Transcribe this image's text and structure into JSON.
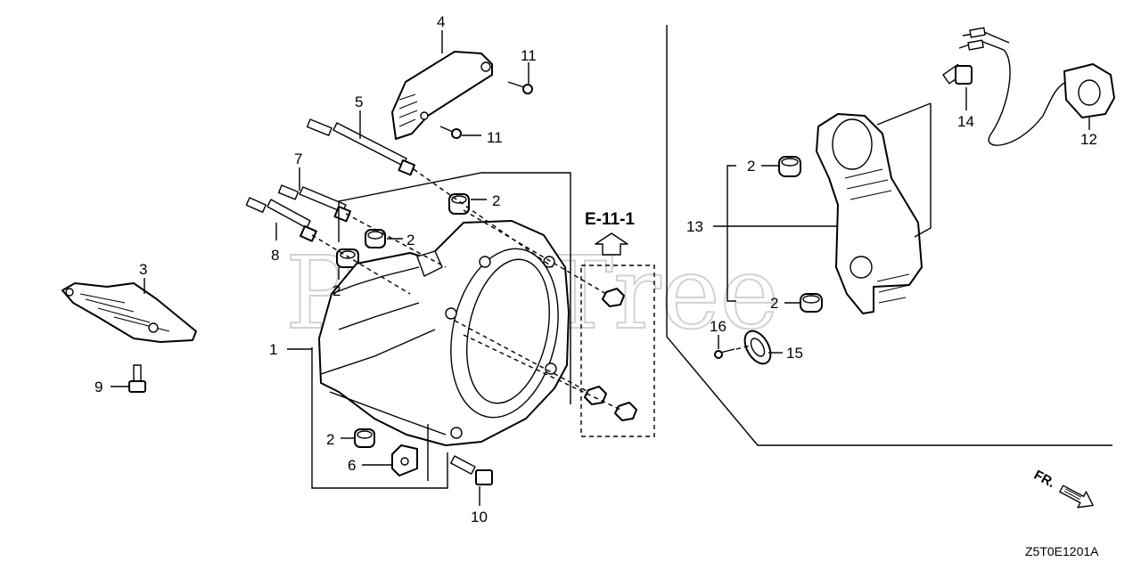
{
  "watermark": "PartsTree",
  "reference_label": "E-11-1",
  "diagram_code": "Z5T0E1201A",
  "direction_label": "FR.",
  "callouts": {
    "c1": "1",
    "c2a": "2",
    "c2b": "2",
    "c2c": "2",
    "c2d": "2",
    "c2e": "2",
    "c2f": "2",
    "c3": "3",
    "c4": "4",
    "c5": "5",
    "c6": "6",
    "c7": "7",
    "c8": "8",
    "c9": "9",
    "c10": "10",
    "c11a": "11",
    "c11b": "11",
    "c12": "12",
    "c13": "13",
    "c14": "14",
    "c15": "15",
    "c16": "16"
  }
}
